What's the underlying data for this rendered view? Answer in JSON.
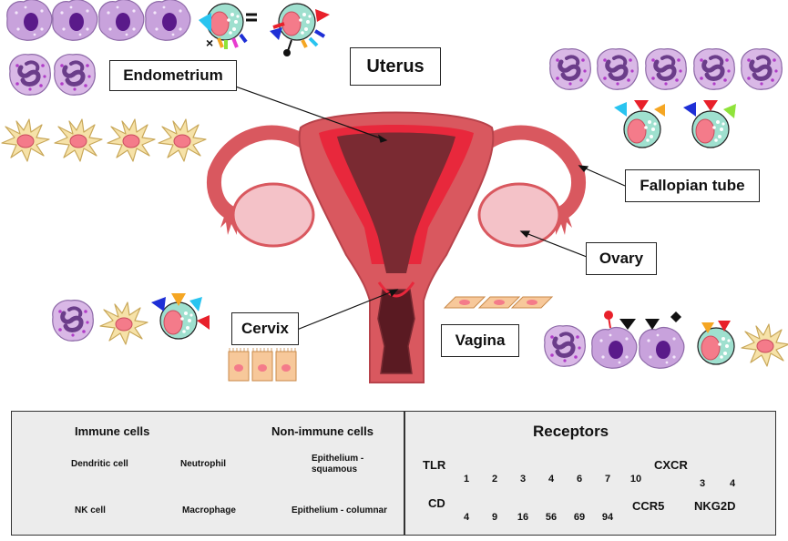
{
  "labels": {
    "uterus": "Uterus",
    "endometrium": "Endometrium",
    "fallopian_tube": "Fallopian tube",
    "ovary": "Ovary",
    "cervix": "Cervix",
    "vagina": "Vagina"
  },
  "legend": {
    "immune_title": "Immune cells",
    "non_immune_title": "Non-immune cells",
    "dendritic": "Dendritic cell",
    "neutrophil": "Neutrophil",
    "nk": "NK cell",
    "macrophage": "Macrophage",
    "squamous": "Epithelium - squamous",
    "columnar": "Epithelium - columnar",
    "receptors_title": "Receptors",
    "tlr": "TLR",
    "cd": "CD",
    "cxcr": "CXCR",
    "ccr5": "CCR5",
    "nkg2d": "NKG2D",
    "tlr_items": [
      {
        "num": "1",
        "color": "#111111"
      },
      {
        "num": "2",
        "color": "#e8202a"
      },
      {
        "num": "3",
        "color": "#f5a623"
      },
      {
        "num": "4",
        "color": "#8fe33a"
      },
      {
        "num": "6",
        "color": "#29c4f0"
      },
      {
        "num": "7",
        "color": "#1e2fd6"
      },
      {
        "num": "10",
        "color": "#e83bd0"
      }
    ],
    "cd_items": [
      {
        "num": "4",
        "color": "#111111"
      },
      {
        "num": "9",
        "color": "#e8202a"
      },
      {
        "num": "16",
        "color": "#f5a623"
      },
      {
        "num": "56",
        "color": "#8fe33a"
      },
      {
        "num": "69",
        "color": "#29c4f0"
      },
      {
        "num": "94",
        "color": "#1e2fd6"
      }
    ],
    "cxcr_items": [
      {
        "num": "3",
        "color": "#111111"
      },
      {
        "num": "4",
        "color": "#e8202a"
      }
    ]
  },
  "colors": {
    "uterus_outer": "#d9585f",
    "uterus_inner": "#7a2a32",
    "endometrium": "#e8283c",
    "ovary": "#f4c2c8",
    "neutrophil": "#d9b8e6",
    "macrophage": "#c8a2dc",
    "dendritic": "#f6e2a8",
    "nk": "#9fe0cf",
    "epithelium": "#f7c89a"
  }
}
